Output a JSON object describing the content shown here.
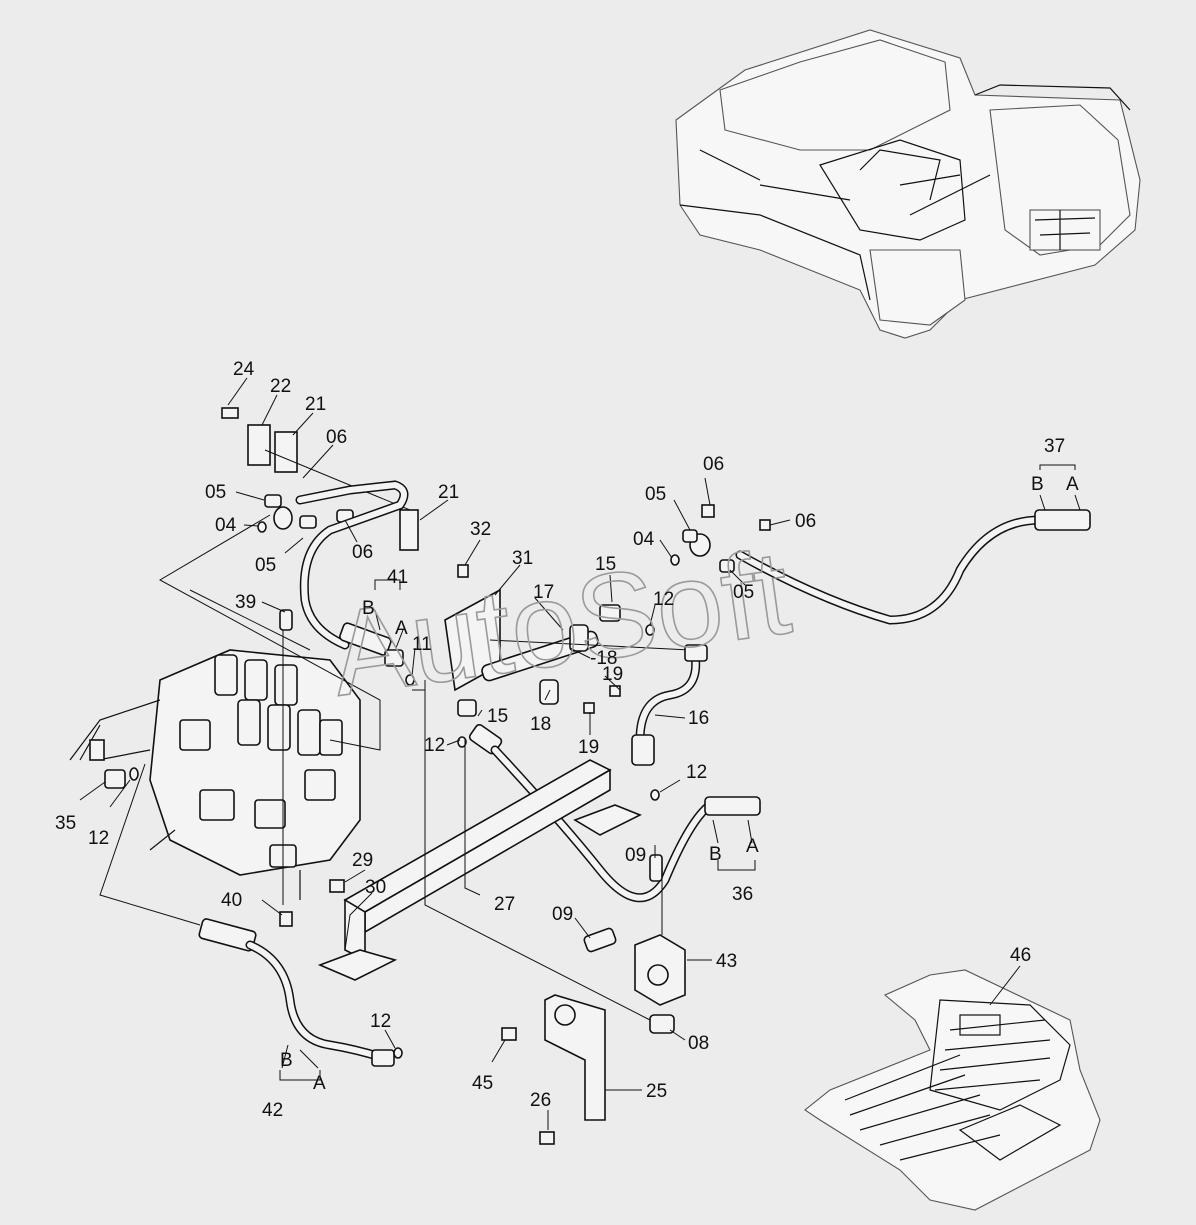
{
  "watermark": "AutoSoft",
  "callouts": [
    {
      "id": "24",
      "text": "24"
    },
    {
      "id": "22",
      "text": "22"
    },
    {
      "id": "21a",
      "text": "21"
    },
    {
      "id": "06a",
      "text": "06"
    },
    {
      "id": "05a",
      "text": "05"
    },
    {
      "id": "04a",
      "text": "04"
    },
    {
      "id": "05b",
      "text": "05"
    },
    {
      "id": "06b",
      "text": "06"
    },
    {
      "id": "21b",
      "text": "21"
    },
    {
      "id": "32",
      "text": "32"
    },
    {
      "id": "31",
      "text": "31"
    },
    {
      "id": "41",
      "text": "41"
    },
    {
      "id": "41B",
      "text": "B"
    },
    {
      "id": "41A",
      "text": "A"
    },
    {
      "id": "11",
      "text": "11"
    },
    {
      "id": "39",
      "text": "39"
    },
    {
      "id": "17",
      "text": "17"
    },
    {
      "id": "15a",
      "text": "15"
    },
    {
      "id": "12a",
      "text": "12"
    },
    {
      "id": "18a",
      "text": "-18"
    },
    {
      "id": "19a",
      "text": "19"
    },
    {
      "id": "18b",
      "text": "18"
    },
    {
      "id": "19b",
      "text": "19"
    },
    {
      "id": "15b",
      "text": "15"
    },
    {
      "id": "12b",
      "text": "12"
    },
    {
      "id": "16",
      "text": "16"
    },
    {
      "id": "12c",
      "text": "12"
    },
    {
      "id": "06c",
      "text": "06"
    },
    {
      "id": "05c",
      "text": "05"
    },
    {
      "id": "04b",
      "text": "04"
    },
    {
      "id": "06d",
      "text": "06"
    },
    {
      "id": "05d",
      "text": "05"
    },
    {
      "id": "37",
      "text": "37"
    },
    {
      "id": "37B",
      "text": "B"
    },
    {
      "id": "37A",
      "text": "A"
    },
    {
      "id": "35",
      "text": "35"
    },
    {
      "id": "12d",
      "text": "12"
    },
    {
      "id": "09a",
      "text": "09"
    },
    {
      "id": "36B",
      "text": "B"
    },
    {
      "id": "36A",
      "text": "A"
    },
    {
      "id": "36",
      "text": "36"
    },
    {
      "id": "29",
      "text": "29"
    },
    {
      "id": "30",
      "text": "30"
    },
    {
      "id": "40",
      "text": "40"
    },
    {
      "id": "27",
      "text": "27"
    },
    {
      "id": "09b",
      "text": "09"
    },
    {
      "id": "43",
      "text": "43"
    },
    {
      "id": "46",
      "text": "46"
    },
    {
      "id": "12e",
      "text": "12"
    },
    {
      "id": "08",
      "text": "08"
    },
    {
      "id": "42B",
      "text": "B"
    },
    {
      "id": "42A",
      "text": "A"
    },
    {
      "id": "42",
      "text": "42"
    },
    {
      "id": "45",
      "text": "45"
    },
    {
      "id": "25",
      "text": "25"
    },
    {
      "id": "26",
      "text": "26"
    }
  ]
}
